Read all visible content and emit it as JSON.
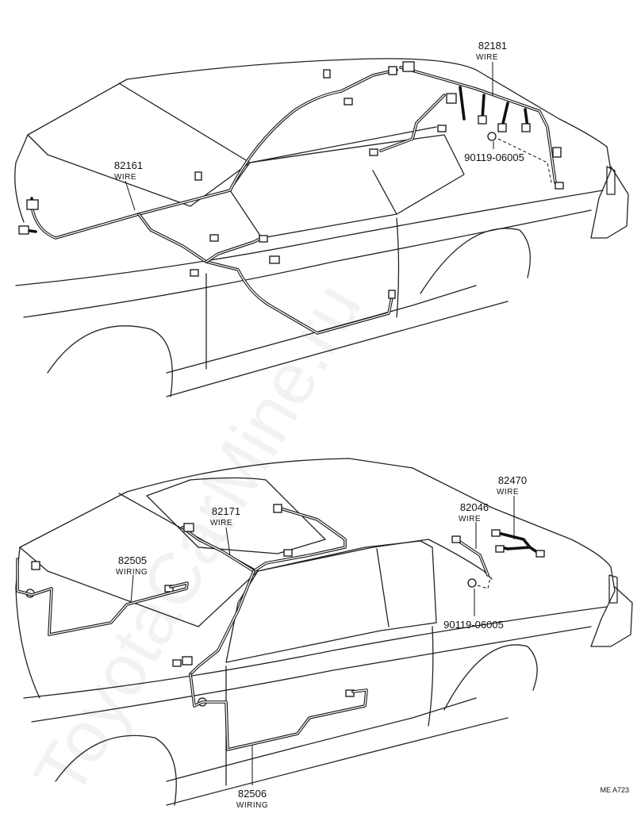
{
  "diagram": {
    "watermark": "ToyotaCarMine.ru",
    "figure_code": "ME  A723",
    "labels": [
      {
        "id": "l82181",
        "part_no": "82181",
        "caption": "WIRE"
      },
      {
        "id": "l82161",
        "part_no": "82161",
        "caption": "WIRE"
      },
      {
        "id": "l90119a",
        "part_no": "90119-06005",
        "caption": ""
      },
      {
        "id": "l82470",
        "part_no": "82470",
        "caption": "WIRE"
      },
      {
        "id": "l82046",
        "part_no": "82046",
        "caption": "WIRE"
      },
      {
        "id": "l82171",
        "part_no": "82171",
        "caption": "WIRE"
      },
      {
        "id": "l82505",
        "part_no": "82505",
        "caption": "WIRING"
      },
      {
        "id": "l90119b",
        "part_no": "90119-06005",
        "caption": ""
      },
      {
        "id": "l82506",
        "part_no": "82506",
        "caption": "WIRING"
      }
    ]
  }
}
